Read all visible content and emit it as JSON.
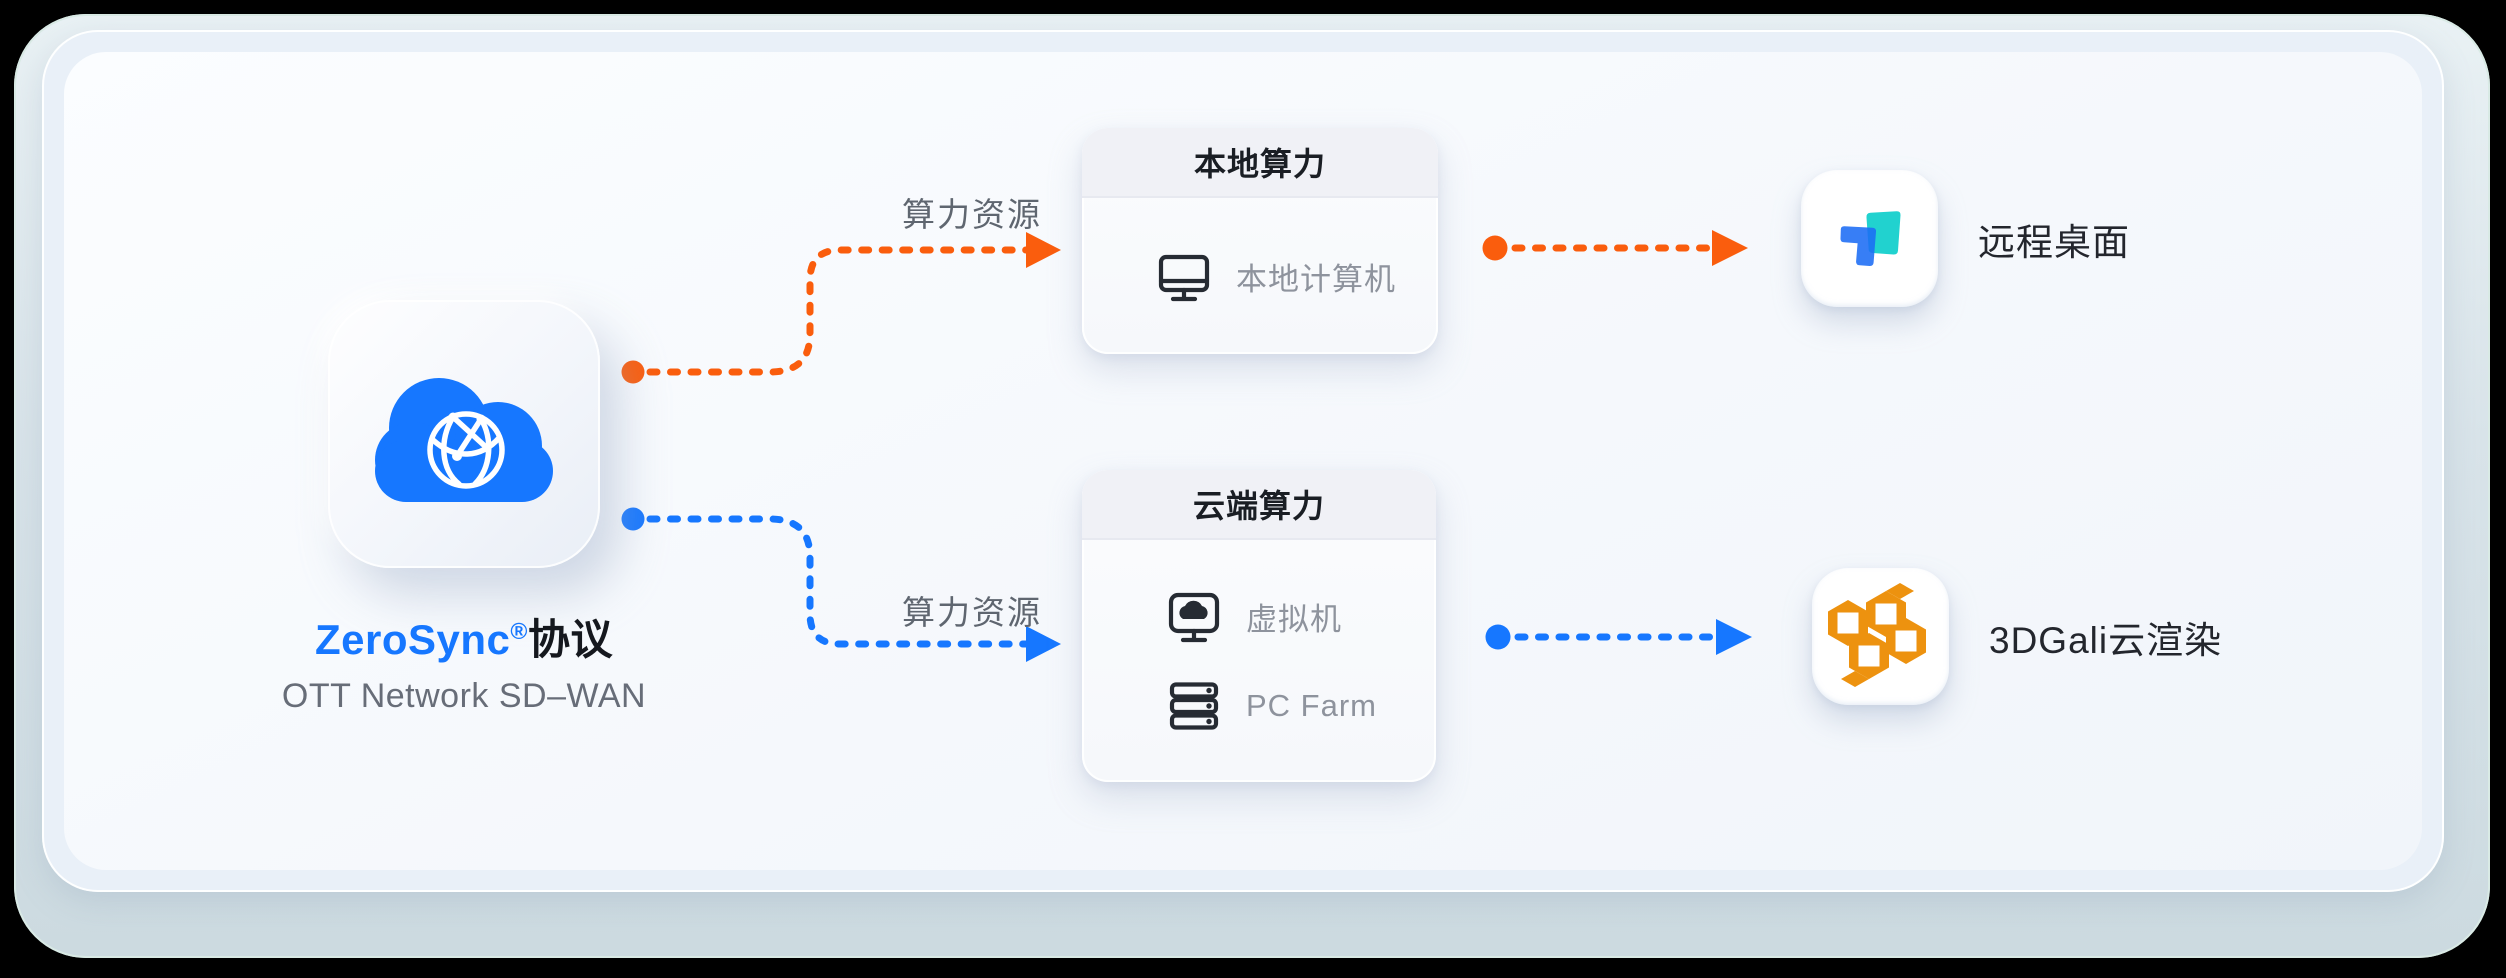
{
  "colors": {
    "accent_blue": "#1677FF",
    "accent_orange": "#FA5D0D",
    "todesk_teal": "#21D2CF",
    "todesk_blue": "#1B6CF5",
    "gali_orange": "#ED920F",
    "icon_dark": "#262B33"
  },
  "source": {
    "brand": "ZeroSync",
    "registered_mark": "®",
    "protocol_suffix": "协议",
    "subtitle": "OTT Network SD–WAN",
    "icon": "cloud-network-icon"
  },
  "flows": {
    "local_label": "算力资源",
    "cloud_label": "算力资源"
  },
  "local_box": {
    "header": "本地算力",
    "items": [
      {
        "icon": "desktop-monitor-icon",
        "label": "本地计算机"
      }
    ]
  },
  "cloud_box": {
    "header": "云端算力",
    "items": [
      {
        "icon": "cloud-vm-monitor-icon",
        "label": "虚拟机"
      },
      {
        "icon": "server-stack-icon",
        "label": "PC Farm"
      }
    ]
  },
  "endpoints": [
    {
      "icon": "todesk-app-icon",
      "label": "远程桌面"
    },
    {
      "icon": "3dgali-app-icon",
      "label": "3DGali云渲染"
    }
  ]
}
